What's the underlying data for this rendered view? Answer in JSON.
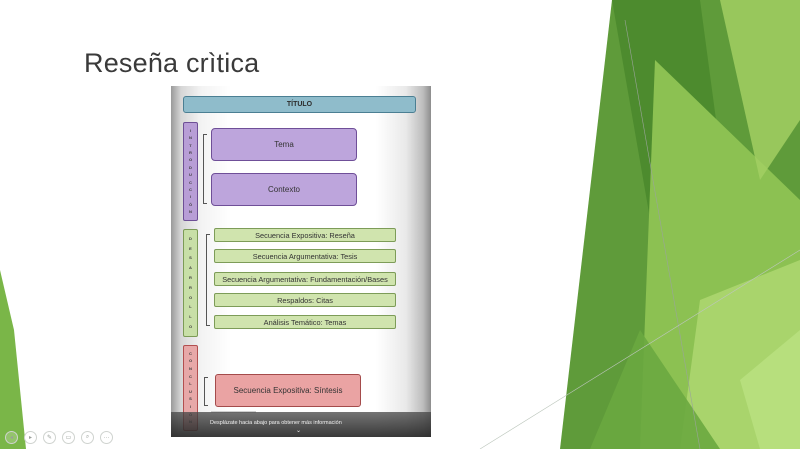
{
  "slide": {
    "title": "Reseña crìtica"
  },
  "diagram": {
    "title": "TÍTULO",
    "sections": {
      "intro": {
        "label": [
          "I",
          "N",
          "T",
          "R",
          "O",
          "D",
          "U",
          "C",
          "C",
          "I",
          "Ó",
          "N"
        ]
      },
      "dev": {
        "label": [
          "D",
          "E",
          "S",
          "A",
          "R",
          "R",
          "O",
          "L",
          "L",
          "O"
        ]
      },
      "concl": {
        "label": [
          "C",
          "O",
          "N",
          "C",
          "L",
          "U",
          "S",
          "I",
          "Ó",
          "N"
        ]
      }
    },
    "intro_items": [
      "Tema",
      "Contexto"
    ],
    "dev_items": [
      "Secuencia Expositiva: Reseña",
      "Secuencia Argumentativa: Tesis",
      "Secuencia Argumentativa: Fundamentación/Bases",
      "Respaldos: Citas",
      "Análisis Temático: Temas"
    ],
    "concl_items": [
      "Secuencia Expositiva: Síntesis"
    ]
  },
  "embed": {
    "scroll_hint": "Desplázate hacia abajo para obtener más información",
    "scroll_arrow": "⌄"
  },
  "nav": {
    "back": "◂",
    "next": "▸",
    "pen": "✎",
    "slides": "▭",
    "zoom": "⌕",
    "more": "···"
  },
  "colors": {
    "accent_green": "#7ab648",
    "dark_green": "#4e8a2c",
    "title_bar": "#8fbccb",
    "purple": "#bda5dc",
    "green": "#d0e4ae",
    "red": "#eaa3a3"
  }
}
